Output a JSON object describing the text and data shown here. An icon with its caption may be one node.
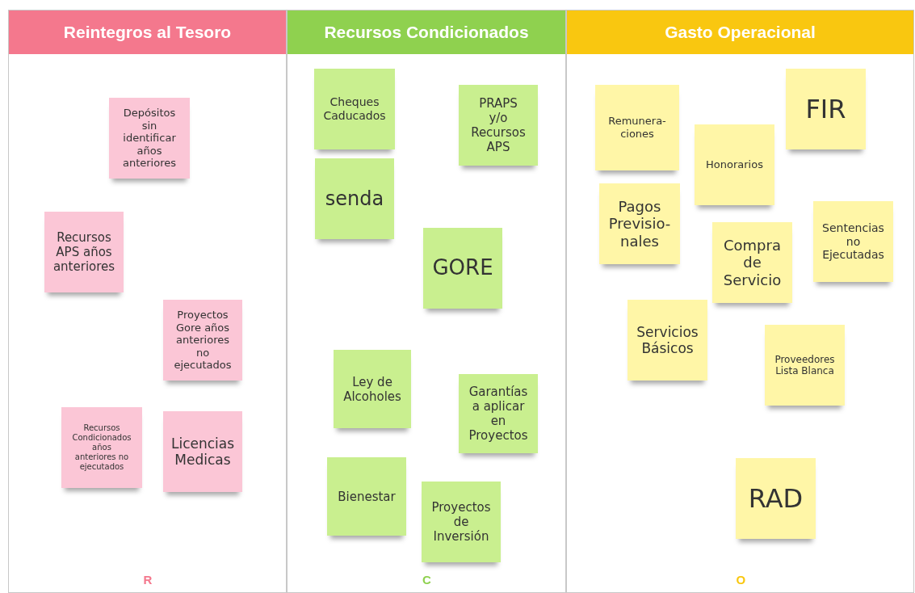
{
  "diagram": {
    "nodes": [
      {
        "text": [
          "Reintegros al Tesoro",
          "R"
        ]
      },
      {
        "text": [
          "Depósitos sin identificar años anteriores"
        ],
        "in": 0
      },
      {
        "text": [
          "Recursos APS años anteriores"
        ],
        "in": 0
      },
      {
        "text": [
          "Proyectos Gore años anteriores no ejecutados"
        ],
        "in": 0
      },
      {
        "text": [
          "Recursos Condicionados años anteriores no ejecutados"
        ],
        "in": 0
      },
      {
        "text": [
          "Licencias Medicas"
        ],
        "in": 0
      },
      {
        "text": [
          "Recursos Condicionados",
          "C"
        ]
      },
      {
        "text": [
          "Cheques Caducados"
        ],
        "in": 6
      },
      {
        "text": [
          "PRAPS y/o Recursos APS"
        ],
        "in": 6
      },
      {
        "text": [
          "senda"
        ],
        "in": 6
      },
      {
        "text": [
          "GORE"
        ],
        "in": 6
      },
      {
        "text": [
          "Ley de Alcoholes"
        ],
        "in": 6
      },
      {
        "text": [
          "Garantías a aplicar en Proyectos"
        ],
        "in": 6
      },
      {
        "text": [
          "Bienestar"
        ],
        "in": 6
      },
      {
        "text": [
          "Proyectos de Inversión"
        ],
        "in": 6
      },
      {
        "text": [
          "Gasto Operacional",
          "O"
        ]
      },
      {
        "text": [
          "FIR"
        ],
        "in": 15
      },
      {
        "text": [
          "Remunera- ciones"
        ],
        "in": 15
      },
      {
        "text": [
          "Honorarios"
        ],
        "in": 15
      },
      {
        "text": [
          "Pagos Previsio- nales"
        ],
        "in": 15
      },
      {
        "text": [
          "Sentencias no Ejecutadas"
        ],
        "in": 15
      },
      {
        "text": [
          "Compra de Servicio"
        ],
        "in": 15
      },
      {
        "text": [
          "Servicios Básicos"
        ],
        "in": 15
      },
      {
        "text": [
          "Proveedores Lista Blanca"
        ],
        "in": 15
      },
      {
        "text": [
          "RAD"
        ],
        "in": 15
      }
    ]
  }
}
